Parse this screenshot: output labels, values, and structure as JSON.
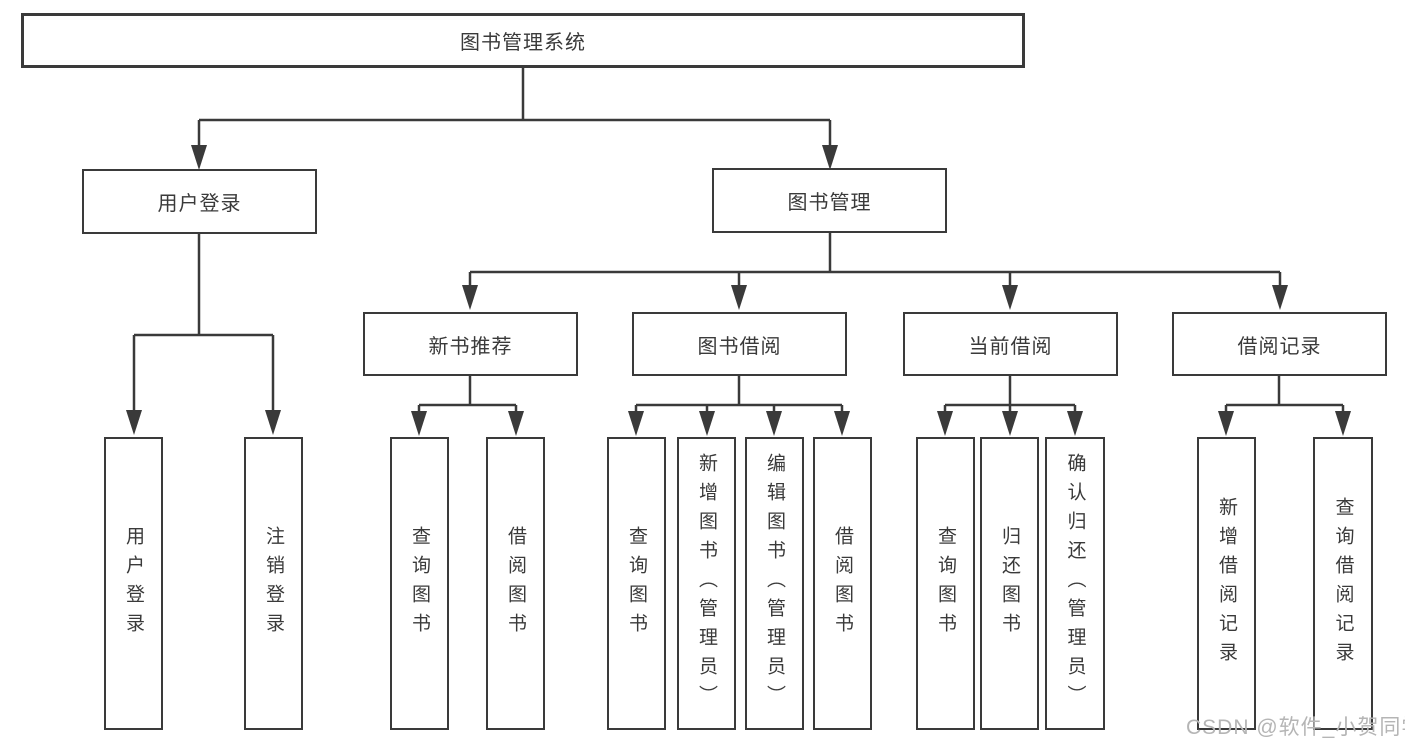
{
  "diagram": {
    "type": "hierarchy-tree",
    "title": "图书管理系统"
  },
  "colors": {
    "line": "#3a3a3a",
    "text": "#3a3a3a",
    "background": "#ffffff",
    "watermark": "#b5b5b5"
  },
  "tree": {
    "root": {
      "label": "图书管理系统",
      "children": [
        {
          "label": "用户登录",
          "children": [
            {
              "label": "用户登录"
            },
            {
              "label": "注销登录"
            }
          ]
        },
        {
          "label": "图书管理",
          "children": [
            {
              "label": "新书推荐",
              "children": [
                {
                  "label": "查询图书"
                },
                {
                  "label": "借阅图书"
                }
              ]
            },
            {
              "label": "图书借阅",
              "children": [
                {
                  "label": "查询图书"
                },
                {
                  "label": "新增图书（管理员）"
                },
                {
                  "label": "编辑图书（管理员）"
                },
                {
                  "label": "借阅图书"
                }
              ]
            },
            {
              "label": "当前借阅",
              "children": [
                {
                  "label": "查询图书"
                },
                {
                  "label": "归还图书"
                },
                {
                  "label": "确认归还（管理员）"
                }
              ]
            },
            {
              "label": "借阅记录",
              "children": [
                {
                  "label": "新增借阅记录"
                },
                {
                  "label": "查询借阅记录"
                }
              ]
            }
          ]
        }
      ]
    }
  },
  "watermark": {
    "text": "CSDN @软件_小贺同学"
  }
}
